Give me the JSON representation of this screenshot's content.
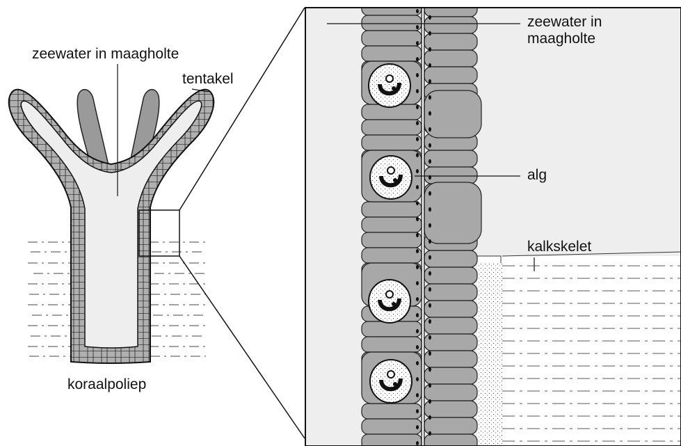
{
  "labels": {
    "seawater_left": "zeewater in maagholte",
    "tentacle": "tentakel",
    "polyp": "koraalpoliep",
    "seawater_right_line1": "zeewater in",
    "seawater_right_line2": "maagholte",
    "alga": "alg",
    "skeleton": "kalkskelet"
  },
  "colors": {
    "tissue_gray": "#a8a8a8",
    "cavity": "#eeeeee",
    "outline": "#111111",
    "background": "#ffffff"
  }
}
